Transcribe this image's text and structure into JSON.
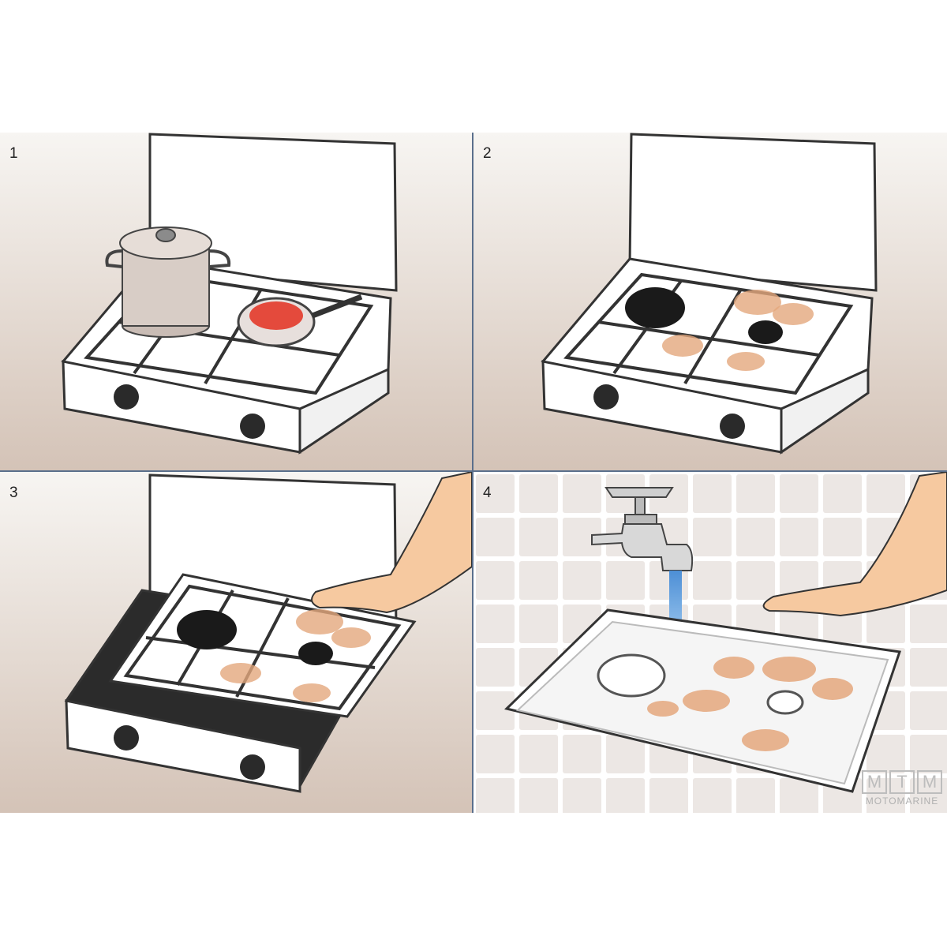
{
  "steps": [
    {
      "number": "1"
    },
    {
      "number": "2"
    },
    {
      "number": "3"
    },
    {
      "number": "4"
    }
  ],
  "logo": {
    "letters": [
      "M",
      "T",
      "M"
    ],
    "text": "MOTOMARINE"
  },
  "colors": {
    "wall_top": "#f7f5f2",
    "wall_bottom": "#d6c6bb",
    "stain": "#e4a77d",
    "burner_cap": "#1a1a1a",
    "skin": "#f6c9a0",
    "water": "#6fa7e0",
    "divider": "#5a6f8c"
  }
}
